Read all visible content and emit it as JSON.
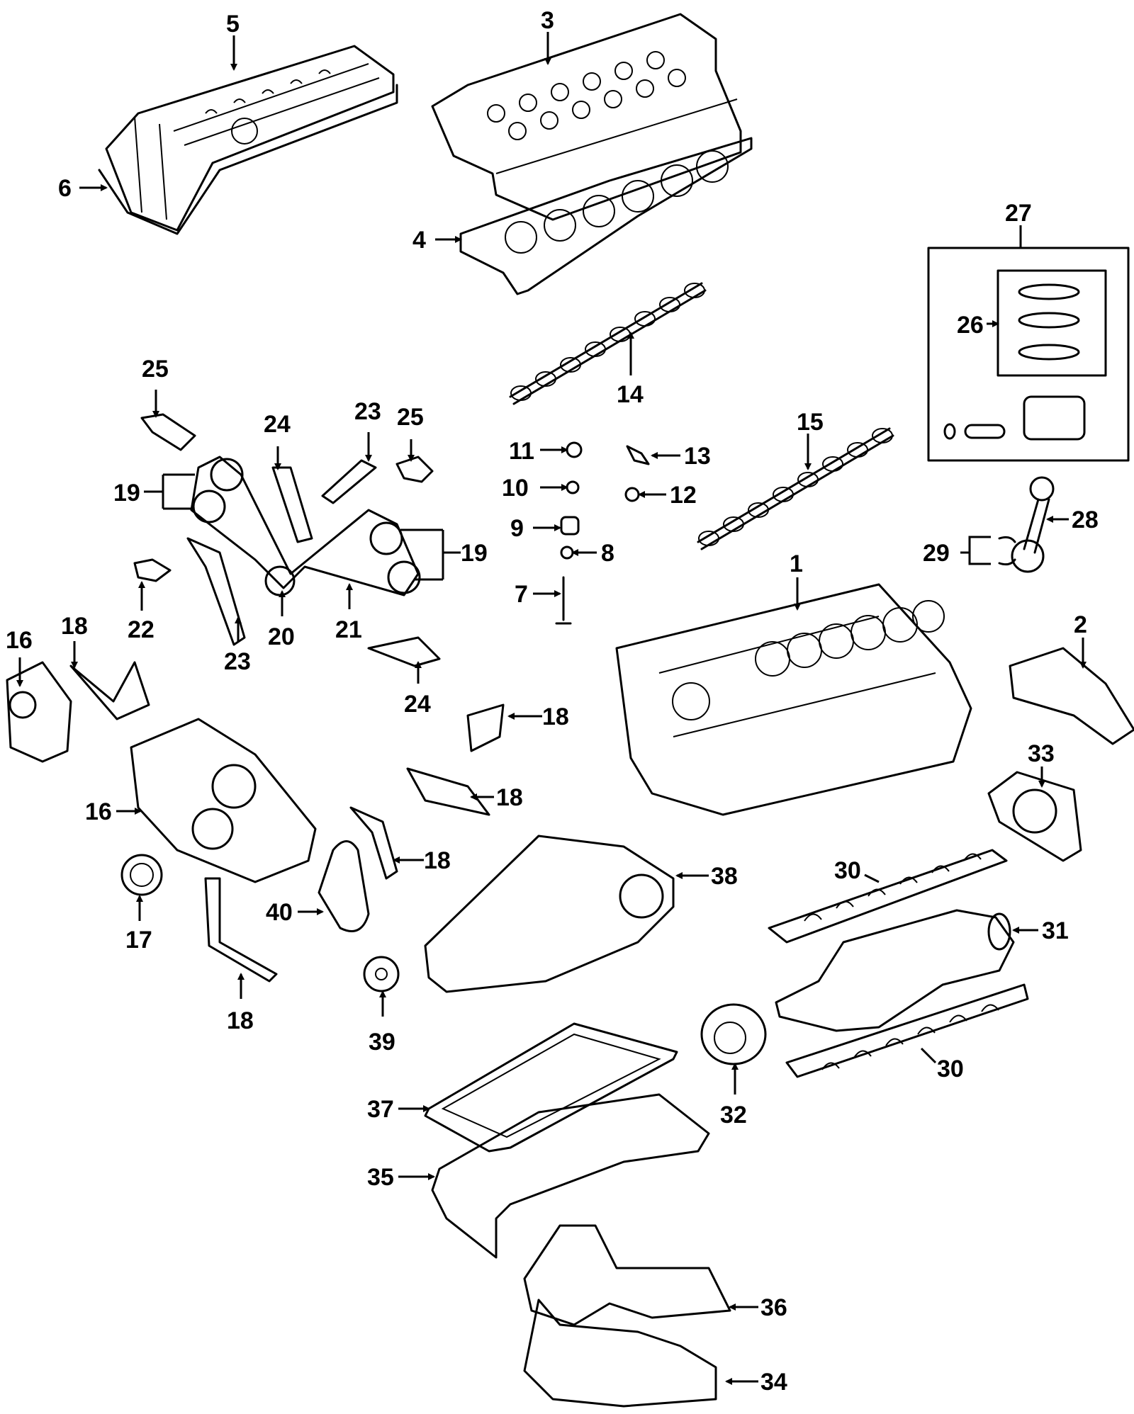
{
  "callouts": [
    {
      "id": "1"
    },
    {
      "id": "2"
    },
    {
      "id": "3"
    },
    {
      "id": "4"
    },
    {
      "id": "5"
    },
    {
      "id": "6"
    },
    {
      "id": "7"
    },
    {
      "id": "8"
    },
    {
      "id": "9"
    },
    {
      "id": "10"
    },
    {
      "id": "11"
    },
    {
      "id": "12"
    },
    {
      "id": "13"
    },
    {
      "id": "14"
    },
    {
      "id": "15"
    },
    {
      "id": "16a",
      "text": "16"
    },
    {
      "id": "16b",
      "text": "16"
    },
    {
      "id": "17"
    },
    {
      "id": "18a",
      "text": "18"
    },
    {
      "id": "18b",
      "text": "18"
    },
    {
      "id": "18c",
      "text": "18"
    },
    {
      "id": "18d",
      "text": "18"
    },
    {
      "id": "18e",
      "text": "18"
    },
    {
      "id": "19a",
      "text": "19"
    },
    {
      "id": "19b",
      "text": "19"
    },
    {
      "id": "20"
    },
    {
      "id": "21"
    },
    {
      "id": "22"
    },
    {
      "id": "23a",
      "text": "23"
    },
    {
      "id": "23b",
      "text": "23"
    },
    {
      "id": "24a",
      "text": "24"
    },
    {
      "id": "24b",
      "text": "24"
    },
    {
      "id": "25a",
      "text": "25"
    },
    {
      "id": "25b",
      "text": "25"
    },
    {
      "id": "26"
    },
    {
      "id": "27"
    },
    {
      "id": "28"
    },
    {
      "id": "29"
    },
    {
      "id": "30a",
      "text": "30"
    },
    {
      "id": "30b",
      "text": "30"
    },
    {
      "id": "31"
    },
    {
      "id": "32"
    },
    {
      "id": "33"
    },
    {
      "id": "34"
    },
    {
      "id": "35"
    },
    {
      "id": "36"
    },
    {
      "id": "37"
    },
    {
      "id": "38"
    },
    {
      "id": "39"
    },
    {
      "id": "40"
    }
  ],
  "labels": {
    "l1": "1",
    "l2": "2",
    "l3": "3",
    "l4": "4",
    "l5": "5",
    "l6": "6",
    "l7": "7",
    "l8": "8",
    "l9": "9",
    "l10": "10",
    "l11": "11",
    "l12": "12",
    "l13": "13",
    "l14": "14",
    "l15": "15",
    "l16a": "16",
    "l16b": "16",
    "l17": "17",
    "l18a": "18",
    "l18b": "18",
    "l18c": "18",
    "l18d": "18",
    "l18e": "18",
    "l19a": "19",
    "l19b": "19",
    "l20": "20",
    "l21": "21",
    "l22": "22",
    "l23a": "23",
    "l23b": "23",
    "l24a": "24",
    "l24b": "24",
    "l25a": "25",
    "l25b": "25",
    "l26": "26",
    "l27": "27",
    "l28": "28",
    "l29": "29",
    "l30a": "30",
    "l30b": "30",
    "l31": "31",
    "l32": "32",
    "l33": "33",
    "l34": "34",
    "l35": "35",
    "l36": "36",
    "l37": "37",
    "l38": "38",
    "l39": "39",
    "l40": "40"
  }
}
